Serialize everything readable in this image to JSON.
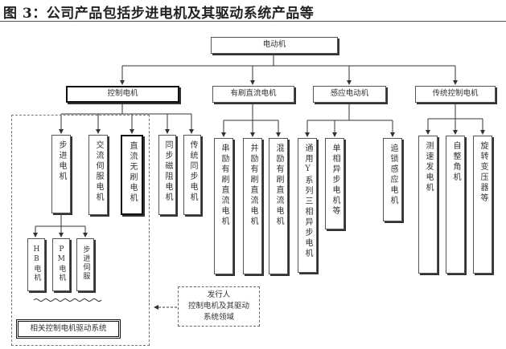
{
  "caption": "图 3：公司产品包括步进电机及其驱动系统产品等",
  "root": "电动机",
  "level1": {
    "control_motor": "控制电机",
    "brushed_dc": "有刷直流电机",
    "induction": "感应电动机",
    "conventional_control": "传统控制电机"
  },
  "control_children": {
    "stepper": "步进电机",
    "ac_servo": "交流伺服电机",
    "bldc": "直流无刷电机",
    "sync_reluctance": "同步磁阻电机",
    "conventional_sync": "传统同步电机"
  },
  "stepper_children": {
    "hb": "HB电机",
    "pm": "PM电机",
    "servo": "步进伺服"
  },
  "brushed_children": {
    "series": "串励有刷直流电机",
    "shunt": "并励有刷直流电机",
    "compound": "混励有刷直流电机"
  },
  "induction_children": {
    "general": "通用Y系列三相异步电机",
    "single_phase": "单相异步电机等",
    "catch_up": "追锁感应电机"
  },
  "conventional_children": {
    "tachometer": "测速发电机",
    "selsyn": "自整角机",
    "resolver": "旋转变压器等"
  },
  "note": {
    "line1": "发行人",
    "line2": "控制电机及其驱动",
    "line3": "系统领域"
  },
  "bottom_label": "相关控制电机驱动系统"
}
